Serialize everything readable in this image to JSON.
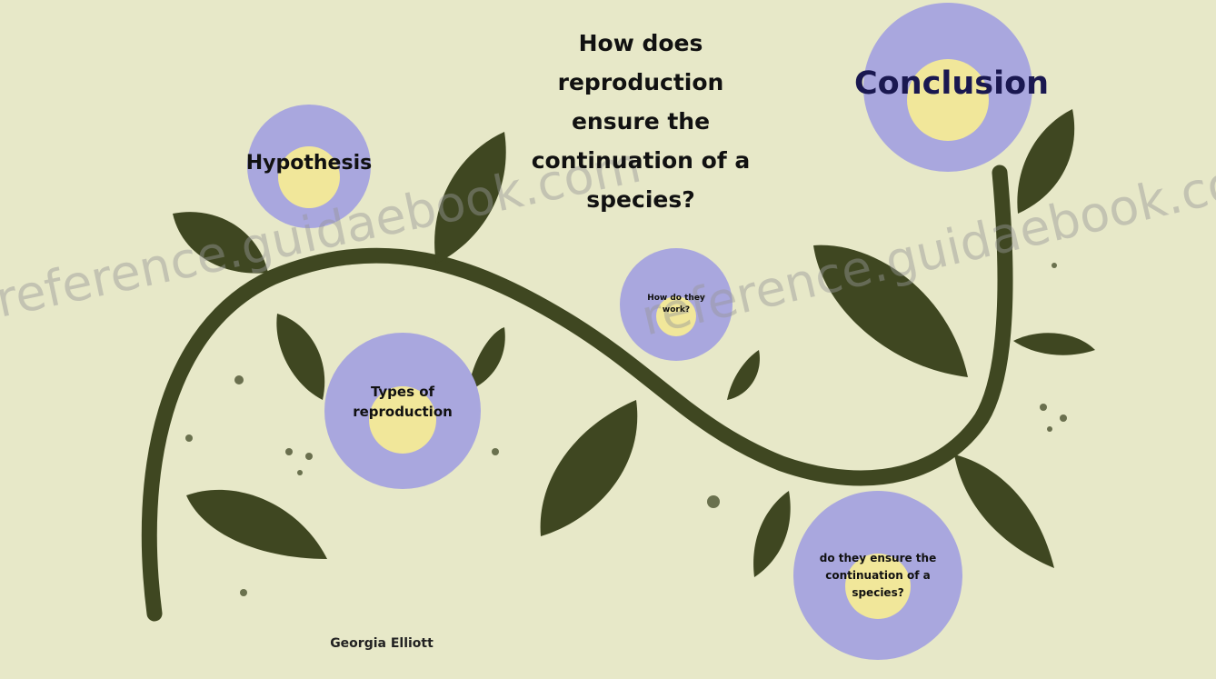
{
  "title": "How does reproduction ensure the continuation of a species?",
  "nodes": {
    "hypothesis": "Hypothesis",
    "conclusion": "Conclusion",
    "types": "Types of reproduction",
    "how": "How do they work?",
    "ensure": "do they ensure the continuation of a species?"
  },
  "author": "Georgia Elliott",
  "watermark": "reference.guidaebook.com",
  "colors": {
    "background": "#e7e8c8",
    "vine": "#3f4721",
    "circle_ring": "#a9a7de",
    "circle_inner": "#f1e79a"
  }
}
